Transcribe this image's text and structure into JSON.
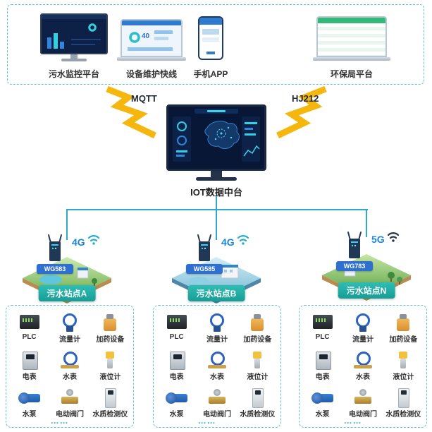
{
  "header_box": {
    "platforms": [
      {
        "label": "污水监控平台"
      },
      {
        "label": "设备维护快线"
      },
      {
        "label": "手机APP"
      },
      {
        "label": "环保局平台"
      }
    ],
    "maintenance_screen_value": "40"
  },
  "protocols": {
    "left": "MQTT",
    "right": "HJ212"
  },
  "central": {
    "label": "IOT数据中台"
  },
  "sites": [
    {
      "name": "污水站点A",
      "device": "WG583",
      "network": "4G"
    },
    {
      "name": "污水站点B",
      "device": "WG585",
      "network": "4G"
    },
    {
      "name": "污水站点N",
      "device": "WG783",
      "network": "5G"
    }
  ],
  "equipment": {
    "items": [
      {
        "label": "PLC",
        "icon": "plc-icon"
      },
      {
        "label": "流量计",
        "icon": "flow-meter-icon"
      },
      {
        "label": "加药设备",
        "icon": "dosing-equipment-icon"
      },
      {
        "label": "电表",
        "icon": "electric-meter-icon"
      },
      {
        "label": "水表",
        "icon": "water-meter-icon"
      },
      {
        "label": "液位计",
        "icon": "level-gauge-icon"
      },
      {
        "label": "水泵",
        "icon": "water-pump-icon"
      },
      {
        "label": "电动阀门",
        "icon": "electric-valve-icon"
      },
      {
        "label": "水质检测仪",
        "icon": "water-quality-detector-icon"
      }
    ],
    "more": "……"
  },
  "colors": {
    "accent": "#2fa9c8",
    "banner": "#22b3ab",
    "network": "#1b86d8",
    "bolt": "#f5b70e"
  }
}
